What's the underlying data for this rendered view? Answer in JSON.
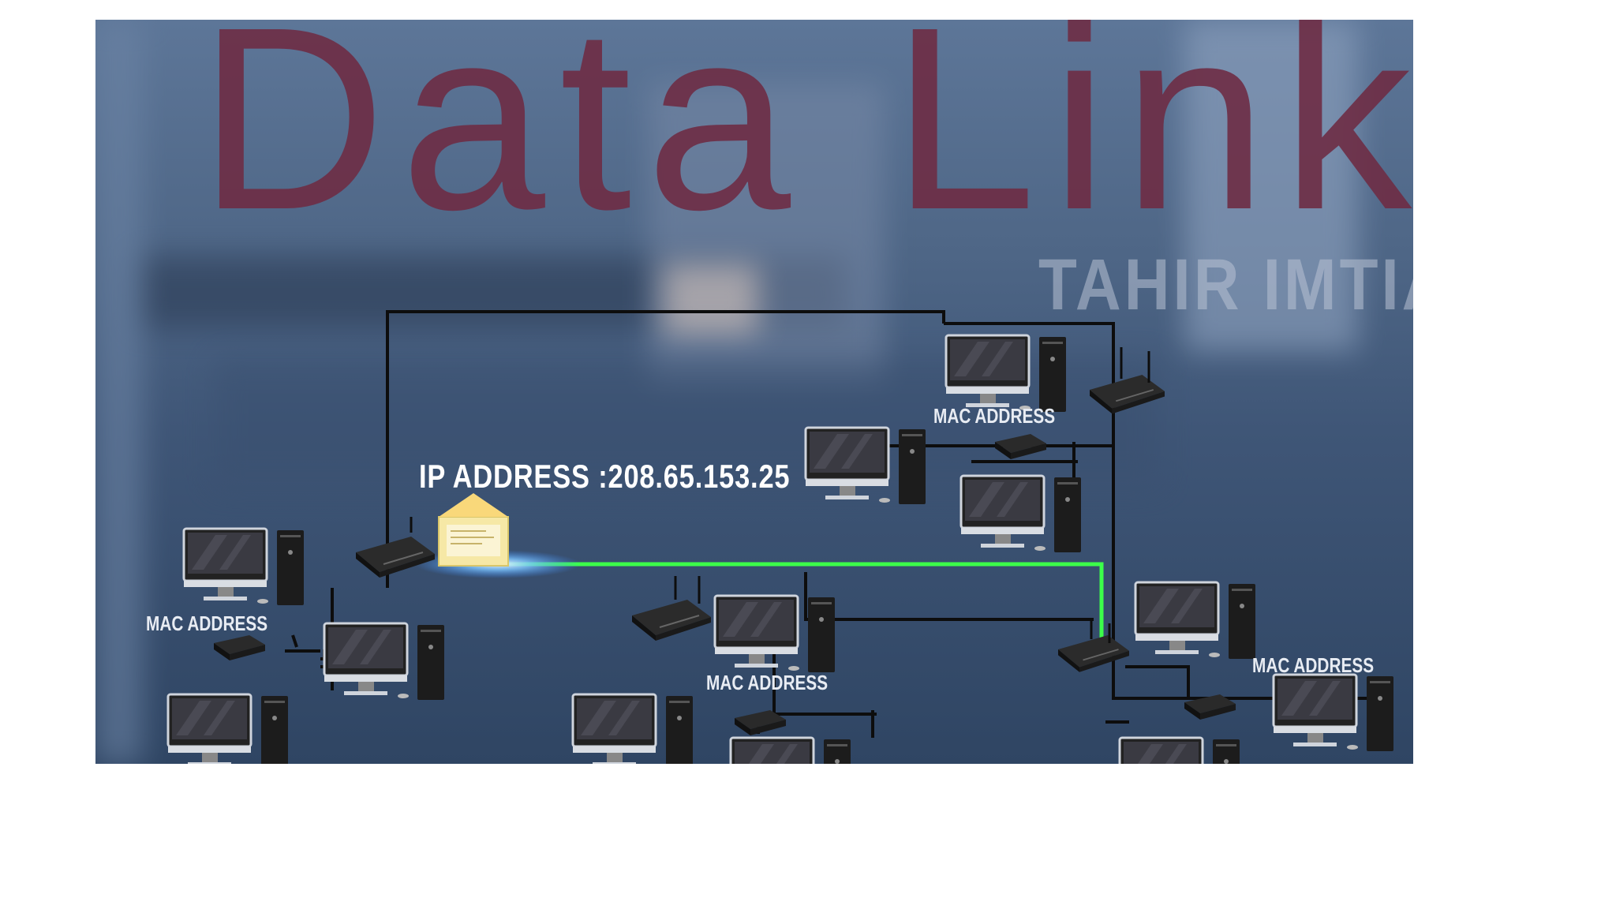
{
  "title": "Data Link",
  "author": "TAHIR IMTIAZ",
  "ip_label": "IP ADDRESS :208.65.153.25",
  "mac_labels": [
    "MAC ADDRESS",
    "MAC ADDRESS",
    "MAC ADDRESS",
    "MAC ADDRESS"
  ],
  "colors": {
    "title": "#6e2d45",
    "active_link": "#3cff4a",
    "cable": "#0d0d0d",
    "background": "#4a6283"
  },
  "icons": [
    "computer-icon",
    "router-icon",
    "switch-icon",
    "envelope-icon"
  ]
}
